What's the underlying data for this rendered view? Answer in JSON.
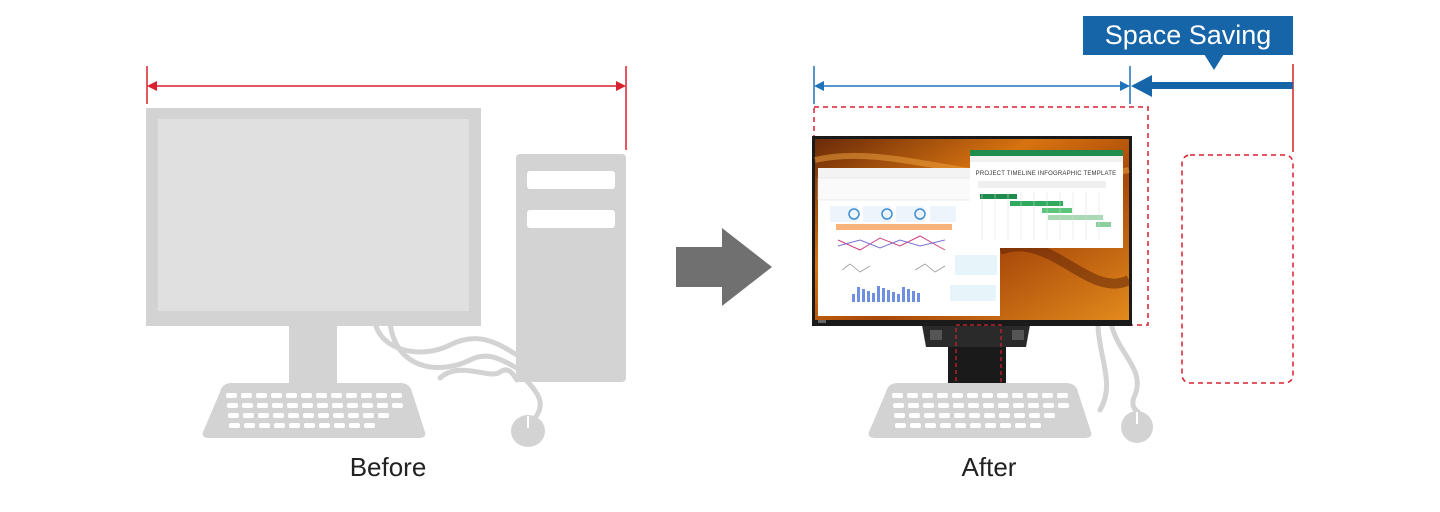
{
  "captions": {
    "before": "Before",
    "after": "After"
  },
  "badge": {
    "label": "Space Saving"
  },
  "screen_window": {
    "title": "PROJECT TIMELINE  INFOGRAPHIC TEMPLATE"
  },
  "colors": {
    "device_gray": "#d3d3d3",
    "screen_gray": "#e0e0e0",
    "measure_red": "#d8202e",
    "measure_blue": "#1e73b8",
    "badge_blue": "#1565a8",
    "arrow_gray": "#707070",
    "monitor_black": "#1a1a1a"
  }
}
